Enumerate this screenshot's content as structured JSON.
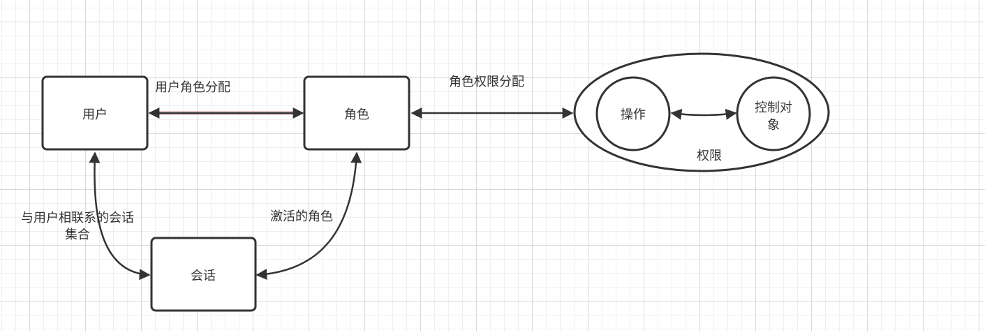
{
  "diagram": {
    "nodes": {
      "user": "用户",
      "role": "角色",
      "session": "会话",
      "permission": "权限",
      "operation": "操作",
      "control_object_line1": "控制对",
      "control_object_line2": "象"
    },
    "edges": {
      "user_role_assign": "用户角色分配",
      "role_permission_assign": "角色权限分配",
      "user_session_line1": "与用户相联系的会话",
      "user_session_line2": "集合",
      "activated_role": "激活的角色"
    },
    "colors": {
      "stroke": "#333333",
      "text": "#333333",
      "highlight_edge": "#e8c8c8"
    }
  }
}
